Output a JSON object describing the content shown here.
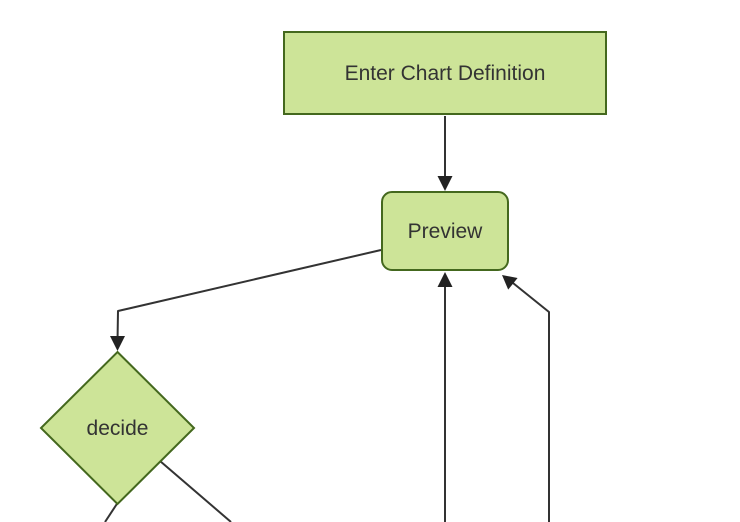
{
  "diagram": {
    "type": "flowchart",
    "orientation": "top-down",
    "background_color": "#ffffff",
    "colors": {
      "node_fill": "#cde498",
      "node_stroke": "#44681e",
      "edge_stroke": "#333333",
      "arrowhead_fill": "#222222",
      "label_text": "#333333"
    },
    "nodes": [
      {
        "id": "enter-chart-definition",
        "label": "Enter Chart Definition",
        "shape": "rectangle"
      },
      {
        "id": "preview",
        "label": "Preview",
        "shape": "rounded-rectangle"
      },
      {
        "id": "decide",
        "label": "decide",
        "shape": "diamond"
      }
    ],
    "edges": [
      {
        "from": "enter-chart-definition",
        "to": "preview",
        "arrow": "into preview top"
      },
      {
        "from": "preview",
        "to": "decide",
        "arrow": "into decide top vertex"
      },
      {
        "from": "offscreen-bottom",
        "to": "preview",
        "arrow": "into preview bottom center"
      },
      {
        "from": "offscreen-bottom",
        "to": "preview",
        "arrow": "into preview bottom-right corner"
      },
      {
        "from": "decide",
        "to": "offscreen-bottom",
        "arrow": "none visible (cut off)"
      },
      {
        "from": "decide",
        "to": "offscreen-bottom-right",
        "arrow": "none visible (cut off)"
      }
    ]
  }
}
